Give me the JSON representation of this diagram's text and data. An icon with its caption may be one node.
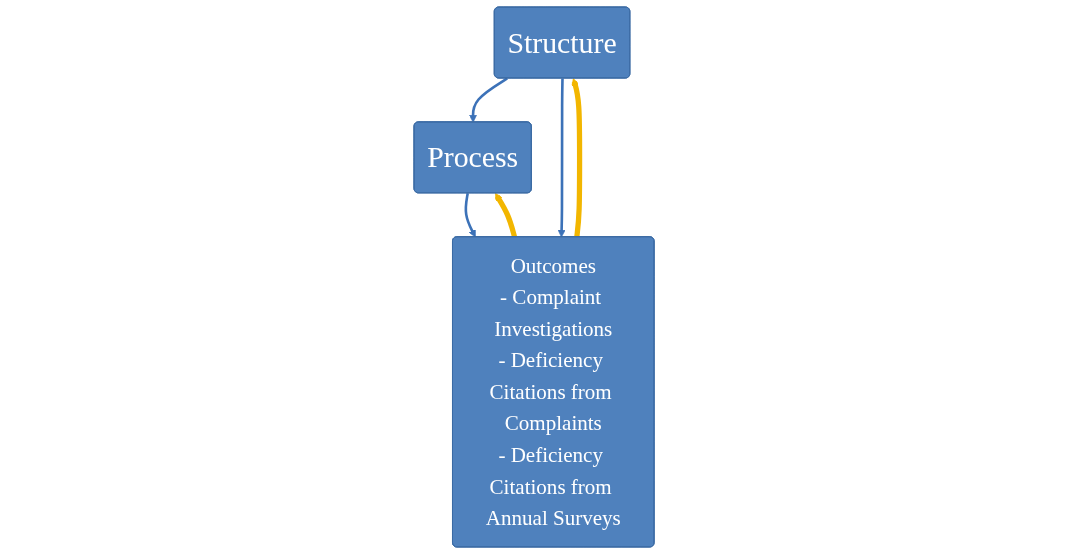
{
  "diagram": {
    "nodes": [
      {
        "text": [
          "Structure"
        ]
      },
      {
        "text": [
          "Process"
        ]
      },
      {
        "text": [
          "Outcomes",
          "- Complaint Investigations",
          "- Deficiency Citations from Complaints",
          "- Deficiency Citations from Annual Surveys"
        ]
      }
    ],
    "edges": [
      {
        "from": 0,
        "to": 1,
        "arrow": "to"
      },
      {
        "from": 0,
        "to": 2,
        "arrow": "to"
      },
      {
        "from": 1,
        "to": 2,
        "arrow": "to"
      },
      {
        "from": 2,
        "to": 0,
        "arrow": "to",
        "style": "thick",
        "color": "#f2b600"
      },
      {
        "from": 2,
        "to": 1,
        "arrow": "to",
        "style": "thick",
        "color": "#f2b600"
      }
    ]
  }
}
